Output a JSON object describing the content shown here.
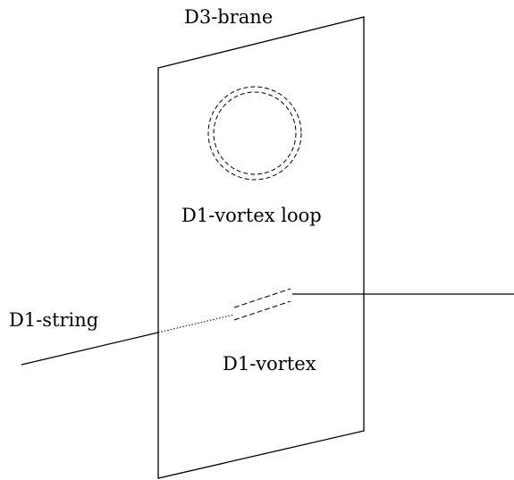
{
  "labels": {
    "brane": "D3-brane",
    "loop": "D1-vortex loop",
    "string": "D1-string",
    "vortex": "D1-vortex"
  },
  "colors": {
    "stroke": "#000000",
    "background": "#ffffff"
  }
}
